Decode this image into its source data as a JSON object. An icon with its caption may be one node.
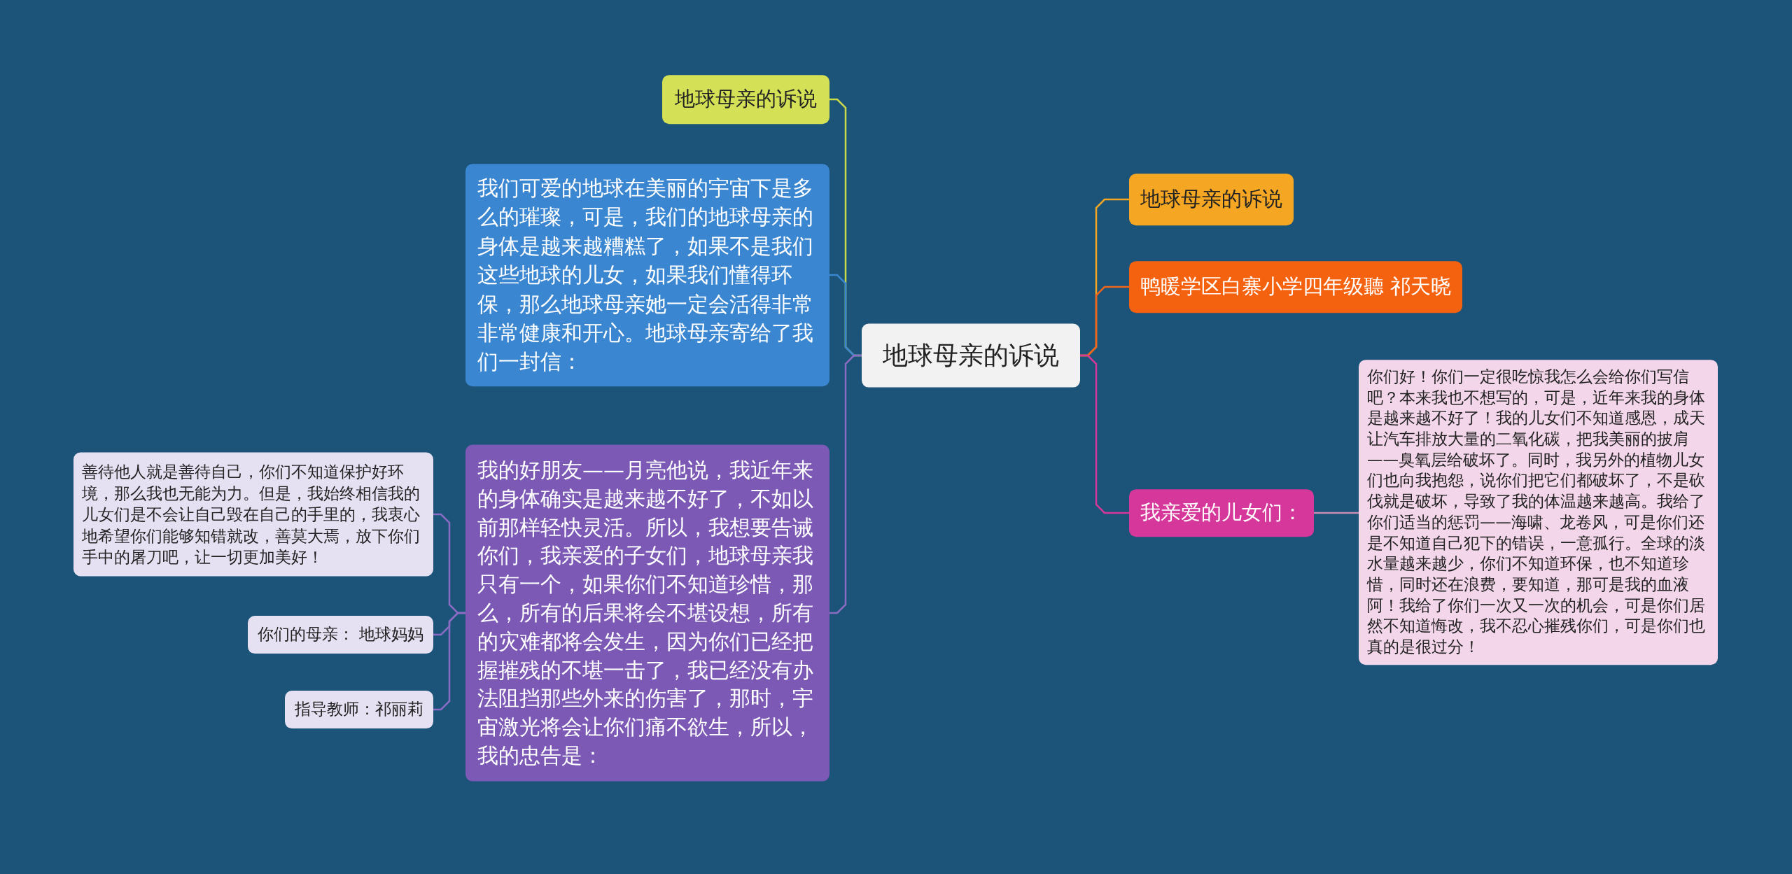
{
  "diagram": {
    "nodes": [
      {
        "text": [
          "地球母亲的诉说"
        ]
      },
      {
        "text": [
          "地球母亲的诉说"
        ]
      },
      {
        "text": [
          "我们可爱的地球在美丽的宇宙下是多么的璀璨，可是，我们的地球母亲的身体是越来越糟糕了，如果不是我们这些地球的儿女，如果我们懂得环保，那么地球母亲她一定会活得非常非常健康和开心。地球母亲寄给了我们一封信："
        ]
      },
      {
        "text": [
          "我的好朋友——月亮他说，我近年来的身体确实是越来越不好了，不如以前那样轻快灵活。所以，我想要告诫你们，我亲爱的子女们，地球母亲我只有一个，如果你们不知道珍惜，那么，所有的后果将会不堪设想，所有的灾难都将会发生，因为你们已经把握摧残的不堪一击了，我已经没有办法阻挡那些外来的伤害了，那时，宇宙激光将会让你们痛不欲生，所以，我的忠告是："
        ]
      },
      {
        "text": [
          "善待他人就是善待自己，你们不知道保护好环境，那么我也无能为力。但是，我始终相信我的儿女们是不会让自己毁在自己的手里的，我衷心地希望你们能够知错就改，善莫大焉，放下你们手中的屠刀吧，让一切更加美好！"
        ]
      },
      {
        "text": [
          "你们的母亲： 地球妈妈"
        ]
      },
      {
        "text": [
          "指导教师：祁丽莉"
        ]
      },
      {
        "text": [
          "地球母亲的诉说"
        ]
      },
      {
        "text": [
          "鸭暖学区白寨小学四年级聽 祁天晓"
        ]
      },
      {
        "text": [
          "我亲爱的儿女们："
        ]
      },
      {
        "text": [
          "你们好！你们一定很吃惊我怎么会给你们写信吧？本来我也不想写的，可是，近年来我的身体是越来越不好了！我的儿女们不知道感恩，成天让汽车排放大量的二氧化碳，把我美丽的披肩——臭氧层给破坏了。同时，我另外的植物儿女们也向我抱怨，说你们把它们都破坏了，不是砍伐就是破坏，导致了我的体温越来越高。我给了你们适当的惩罚——海啸、龙卷风，可是你们还是不知道自己犯下的错误，一意孤行。全球的淡水量越来越少，你们不知道环保，也不知道珍惜，同时还在浪费，要知道，那可是我的血液阿！我给了你们一次又一次的机会，可是你们居然不知道悔改，我不忍心摧残你们，可是你们也真的是很过分！"
        ]
      }
    ],
    "edges": [
      {
        "from": 0,
        "to": 1,
        "arrow": "none",
        "color": "#c9d94a"
      },
      {
        "from": 0,
        "to": 2,
        "arrow": "none",
        "color": "#3a86d0"
      },
      {
        "from": 0,
        "to": 3,
        "arrow": "none",
        "color": "#8b6cc4"
      },
      {
        "from": 3,
        "to": 4,
        "arrow": "none",
        "color": "#8b6cc4"
      },
      {
        "from": 3,
        "to": 5,
        "arrow": "none",
        "color": "#8b6cc4"
      },
      {
        "from": 3,
        "to": 6,
        "arrow": "none",
        "color": "#8b6cc4"
      },
      {
        "from": 0,
        "to": 7,
        "arrow": "none",
        "color": "#f5a623"
      },
      {
        "from": 0,
        "to": 8,
        "arrow": "none",
        "color": "#f0641c"
      },
      {
        "from": 0,
        "to": 9,
        "arrow": "none",
        "color": "#d6379a"
      },
      {
        "from": 9,
        "to": 10,
        "arrow": "none",
        "color": "#c98bb4"
      }
    ]
  }
}
